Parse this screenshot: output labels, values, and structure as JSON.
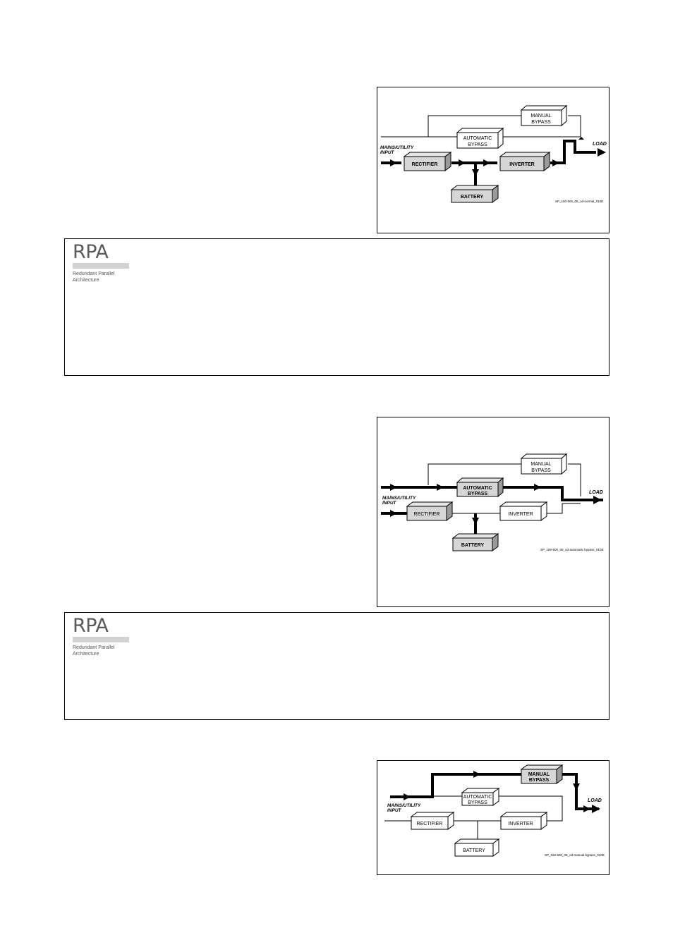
{
  "diagrams": {
    "normal": {
      "manual_bypass": [
        "MANUAL",
        "BYPASS"
      ],
      "automatic_bypass": [
        "AUTOMATIC",
        "BYPASS"
      ],
      "rectifier": "RECTIFIER",
      "inverter": "INVERTER",
      "battery": "BATTERY",
      "input_label": [
        "MAINS/UTILITY",
        "INPUT"
      ],
      "load": "LOAD",
      "code": "SP_150-500_06_od-normal_010E"
    },
    "automatic": {
      "manual_bypass": [
        "MANUAL",
        "BYPASS"
      ],
      "automatic_bypass": [
        "AUTOMATIC",
        "BYPASS"
      ],
      "rectifier": "RECTIFIER",
      "inverter": "INVERTER",
      "battery": "BATTERY",
      "input_label": [
        "MAINS/UTILITY",
        "INPUT"
      ],
      "load": "LOAD",
      "code": "SP_150-500_06_od-automatic bypass_010E"
    },
    "manual": {
      "manual_bypass": [
        "MANUAL",
        "BYPASS"
      ],
      "automatic_bypass": [
        "AUTOMATIC",
        "BYPASS"
      ],
      "rectifier": "RECTIFIER",
      "inverter": "INVERTER",
      "battery": "BATTERY",
      "input_label": [
        "MAINS/UTILITY",
        "INPUT"
      ],
      "load": "LOAD",
      "code": "SP_150-500_06_od-manual bypass_010E"
    }
  },
  "rpa_boxes": [
    {
      "logo": "RPA",
      "subtitle": [
        "Redundant Parallel",
        "Architecture"
      ]
    },
    {
      "logo": "RPA",
      "subtitle": [
        "Redundant Parallel",
        "Architecture"
      ]
    }
  ]
}
